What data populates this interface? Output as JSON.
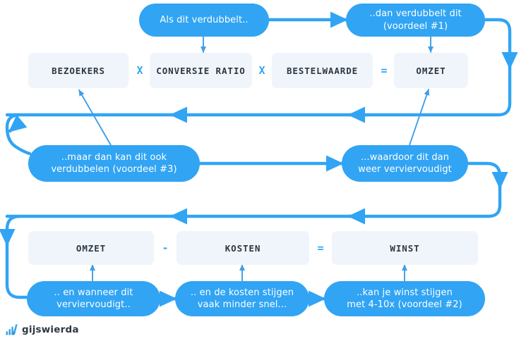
{
  "colors": {
    "accent": "#31a4f4",
    "pill_fill": "#31a4f4",
    "term_fill": "#eff5fb",
    "term_text": "#2e3742",
    "background": "#ffffff",
    "logo_text": "#2e3742"
  },
  "pills": [
    {
      "id": "als-dit-verdubbelt",
      "text": "Als dit verdubbelt.."
    },
    {
      "id": "dan-verdubbelt-dit",
      "text": "..dan verdubbelt dit\n(voordeel #1)"
    },
    {
      "id": "maar-dan-kan-dit-ook",
      "text": "..maar dan kan dit ook\nverdubbelen (voordeel #3)"
    },
    {
      "id": "waardoor-dit-dan",
      "text": "...waardoor dit dan\nweer verviervoudigt"
    },
    {
      "id": "en-wanneer-dit",
      "text": ".. en wanneer dit\nverviervoudigt.."
    },
    {
      "id": "en-de-kosten-stijgen",
      "text": ".. en de kosten stijgen\nvaak minder snel..."
    },
    {
      "id": "kan-je-winst-stijgen",
      "text": "..kan je winst stijgen\nmet 4-10x  (voordeel #2)"
    }
  ],
  "formula_top": {
    "terms": [
      {
        "id": "bezoekers",
        "label": "BEZOEKERS"
      },
      {
        "id": "conversie-ratio",
        "label": "CONVERSIE RATIO"
      },
      {
        "id": "bestelwaarde",
        "label": "BESTELWAARDE"
      },
      {
        "id": "omzet",
        "label": "OMZET"
      }
    ],
    "operators": [
      {
        "id": "multiply-1",
        "symbol": "X"
      },
      {
        "id": "multiply-2",
        "symbol": "X"
      },
      {
        "id": "equals-1",
        "symbol": "="
      }
    ]
  },
  "formula_bottom": {
    "terms": [
      {
        "id": "omzet-2",
        "label": "OMZET"
      },
      {
        "id": "kosten",
        "label": "KOSTEN"
      },
      {
        "id": "winst",
        "label": "WINST"
      }
    ],
    "operators": [
      {
        "id": "minus-1",
        "symbol": "-"
      },
      {
        "id": "equals-2",
        "symbol": "="
      }
    ]
  },
  "footer": {
    "brand": "gijswierda",
    "logo_icon": "bar-chart-logo-icon"
  }
}
